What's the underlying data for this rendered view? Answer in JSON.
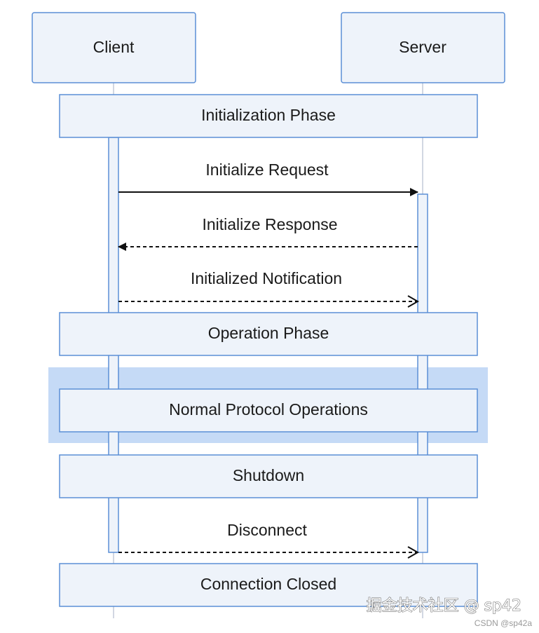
{
  "participants": {
    "client": "Client",
    "server": "Server"
  },
  "phases": {
    "initialization": "Initialization Phase",
    "operation": "Operation Phase",
    "loop_body": "Normal Protocol Operations",
    "shutdown": "Shutdown",
    "closed": "Connection Closed"
  },
  "messages": {
    "initialize_request": "Initialize Request",
    "initialize_response": "Initialize Response",
    "initialized_notification": "Initialized Notification",
    "disconnect": "Disconnect"
  },
  "watermark": {
    "main": "掘金技术社区 @ sp42",
    "sub": "CSDN @sp42a"
  },
  "colors": {
    "box_fill": "#eef3fa",
    "box_stroke": "#5b8fd6",
    "lifeline": "#d2d7e2",
    "loop_bg": "#c5daf6",
    "arrow": "#111111"
  }
}
